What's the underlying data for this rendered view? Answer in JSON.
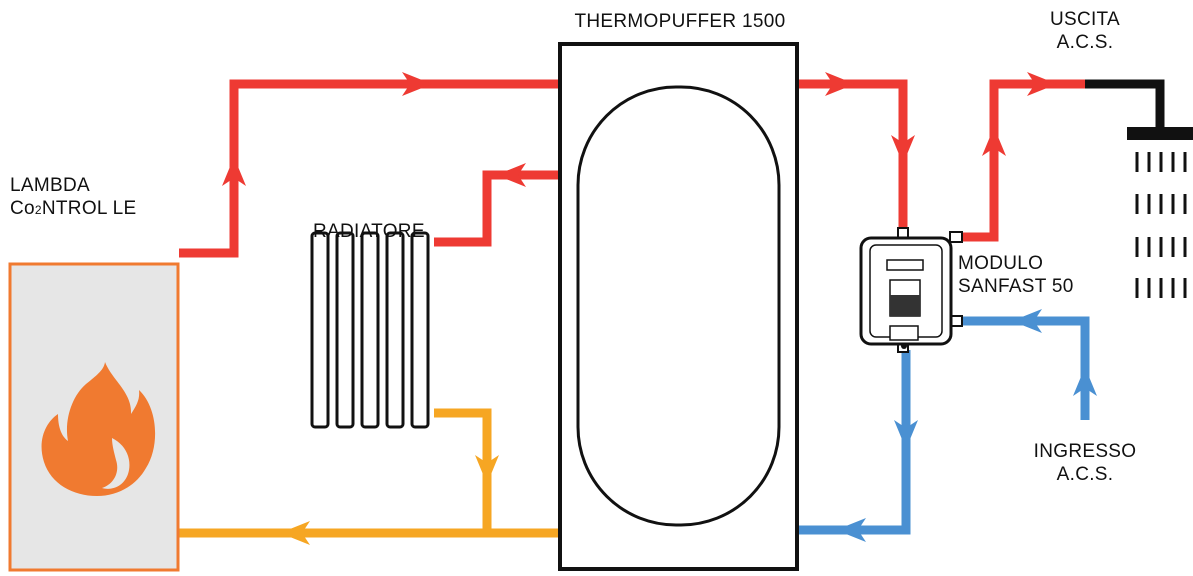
{
  "labels": {
    "tank": "THERMOPUFFER 1500",
    "boiler_line1": "LAMBDA",
    "boiler_line2_a": "Co",
    "boiler_line2_sub": "2",
    "boiler_line2_b": "NTROL LE",
    "radiator": "RADIATORE",
    "module_line1": "MODULO",
    "module_line2": "SANFAST 50",
    "outlet_line1": "USCITA",
    "outlet_line2": "A.C.S.",
    "inlet_line1": "INGRESSO",
    "inlet_line2": "A.C.S."
  },
  "colors": {
    "hot": "#ee3a33",
    "return": "#f6a623",
    "cold": "#4a90d2",
    "boiler_border": "#f07a30",
    "boiler_fill": "#e6e6e6",
    "flame": "#f07a30",
    "line": "#111111"
  },
  "icons": {
    "boiler": "flame-icon",
    "outlet": "shower-icon",
    "module": "heat-exchanger-module-icon"
  }
}
